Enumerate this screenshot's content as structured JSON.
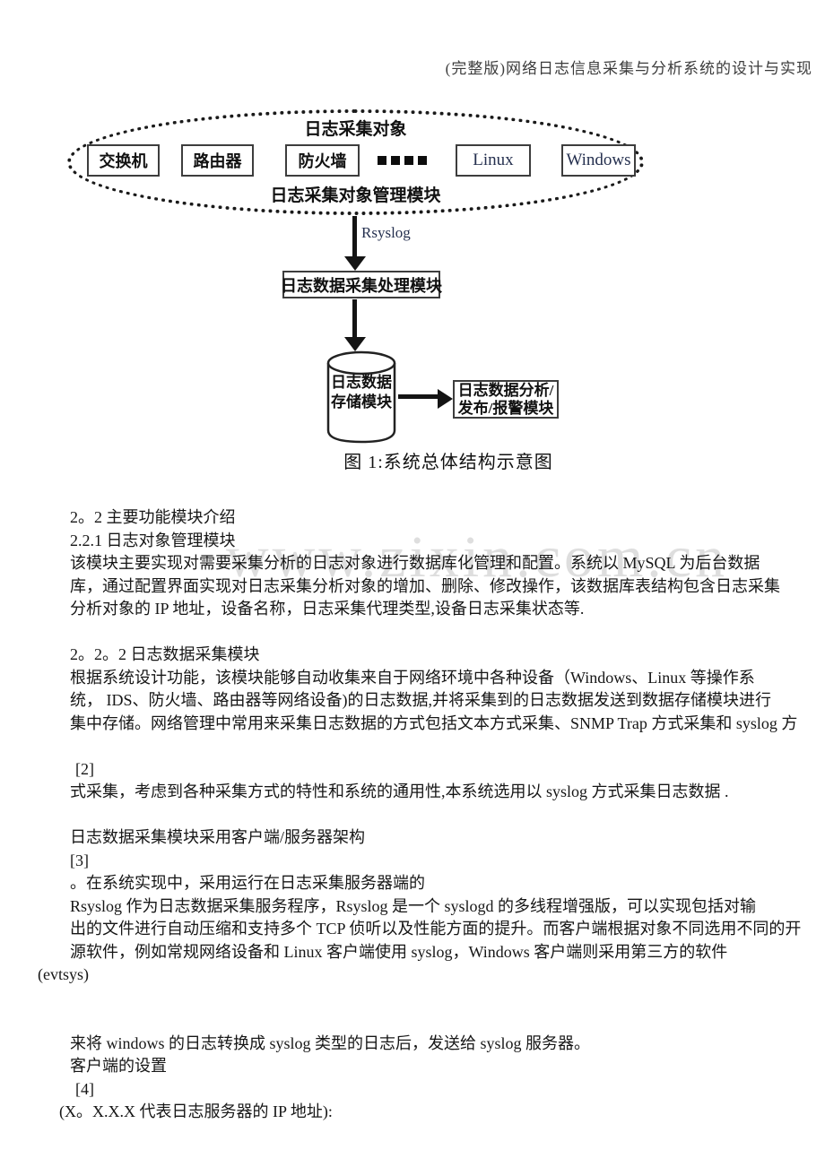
{
  "page": {
    "header": "(完整版)网络日志信息采集与分析系统的设计与实现"
  },
  "watermark": {
    "text": "www.zixin.com.cn"
  },
  "diagram": {
    "ellipse_top_label": "日志采集对象",
    "ellipse_bottom_label": "日志采集对象管理模块",
    "devices": [
      "交换机",
      "路由器",
      "防火墙",
      "Linux",
      "Windows"
    ],
    "arrow1_label": "Rsyslog",
    "process_box": "日志数据采集处理模块",
    "cylinder_line1": "日志数据",
    "cylinder_line2": "存储模块",
    "analysis_box_line1": "日志数据分析/",
    "analysis_box_line2": "发布/报警模块",
    "caption": "图 1:系统总体结构示意图",
    "colors": {
      "latin_text": "#25304f",
      "line": "#141414",
      "watermark": "#c9c9c9"
    }
  },
  "body": {
    "lines": [
      {
        "text": "2。2 主要功能模块介绍"
      },
      {
        "text": "2.2.1 日志对象管理模块"
      },
      {
        "text": "该模块主要实现对需要采集分析的日志对象进行数据库化管理和配置。系统以 MySQL 为后台数据"
      },
      {
        "text": "库，通过配置界面实现对日志采集分析对象的增加、删除、修改操作，该数据库表结构包含日志采集"
      },
      {
        "text": "分析对象的 IP 地址，设备名称，日志采集代理类型,设备日志采集状态等."
      },
      {
        "text": ""
      },
      {
        "text": "2。2。2 日志数据采集模块"
      },
      {
        "text": "根据系统设计功能，该模块能够自动收集来自于网络环境中各种设备（Windows、Linux 等操作系"
      },
      {
        "text": "统， IDS、防火墙、路由器等网络设备)的日志数据,并将采集到的日志数据发送到数据存储模块进行"
      },
      {
        "text": "集中存储。网络管理中常用来采集日志数据的方式包括文本方式采集、SNMP Trap 方式采集和 syslog 方"
      },
      {
        "text": ""
      },
      {
        "text": "[2]",
        "style": "indent"
      },
      {
        "text": "式采集，考虑到各种采集方式的特性和系统的通用性,本系统选用以 syslog 方式采集日志数据 ."
      },
      {
        "text": ""
      },
      {
        "text": "日志数据采集模块采用客户端/服务器架构"
      },
      {
        "text": "[3]"
      },
      {
        "text": "。在系统实现中，采用运行在日志采集服务器端的"
      },
      {
        "text": "Rsyslog 作为日志数据采集服务程序，Rsyslog 是一个 syslogd 的多线程增强版，可以实现包括对输"
      },
      {
        "text": "出的文件进行自动压缩和支持多个 TCP 侦听以及性能方面的提升。而客户端根据对象不同选用不同的开"
      },
      {
        "text": "源软件，例如常规网络设备和 Linux 客户端使用 syslog，Windows 客户端则采用第三方的软件"
      },
      {
        "text": "(evtsys)",
        "style": "out-big"
      },
      {
        "text": ""
      },
      {
        "text": ""
      },
      {
        "text": "来将 windows 的日志转换成 syslog 类型的日志后，发送给 syslog 服务器。"
      },
      {
        "text": "客户端的设置"
      },
      {
        "text": "[4]",
        "style": "indent"
      },
      {
        "text": "(X。X.X.X 代表日志服务器的 IP 地址):",
        "style": "out-small"
      }
    ]
  }
}
